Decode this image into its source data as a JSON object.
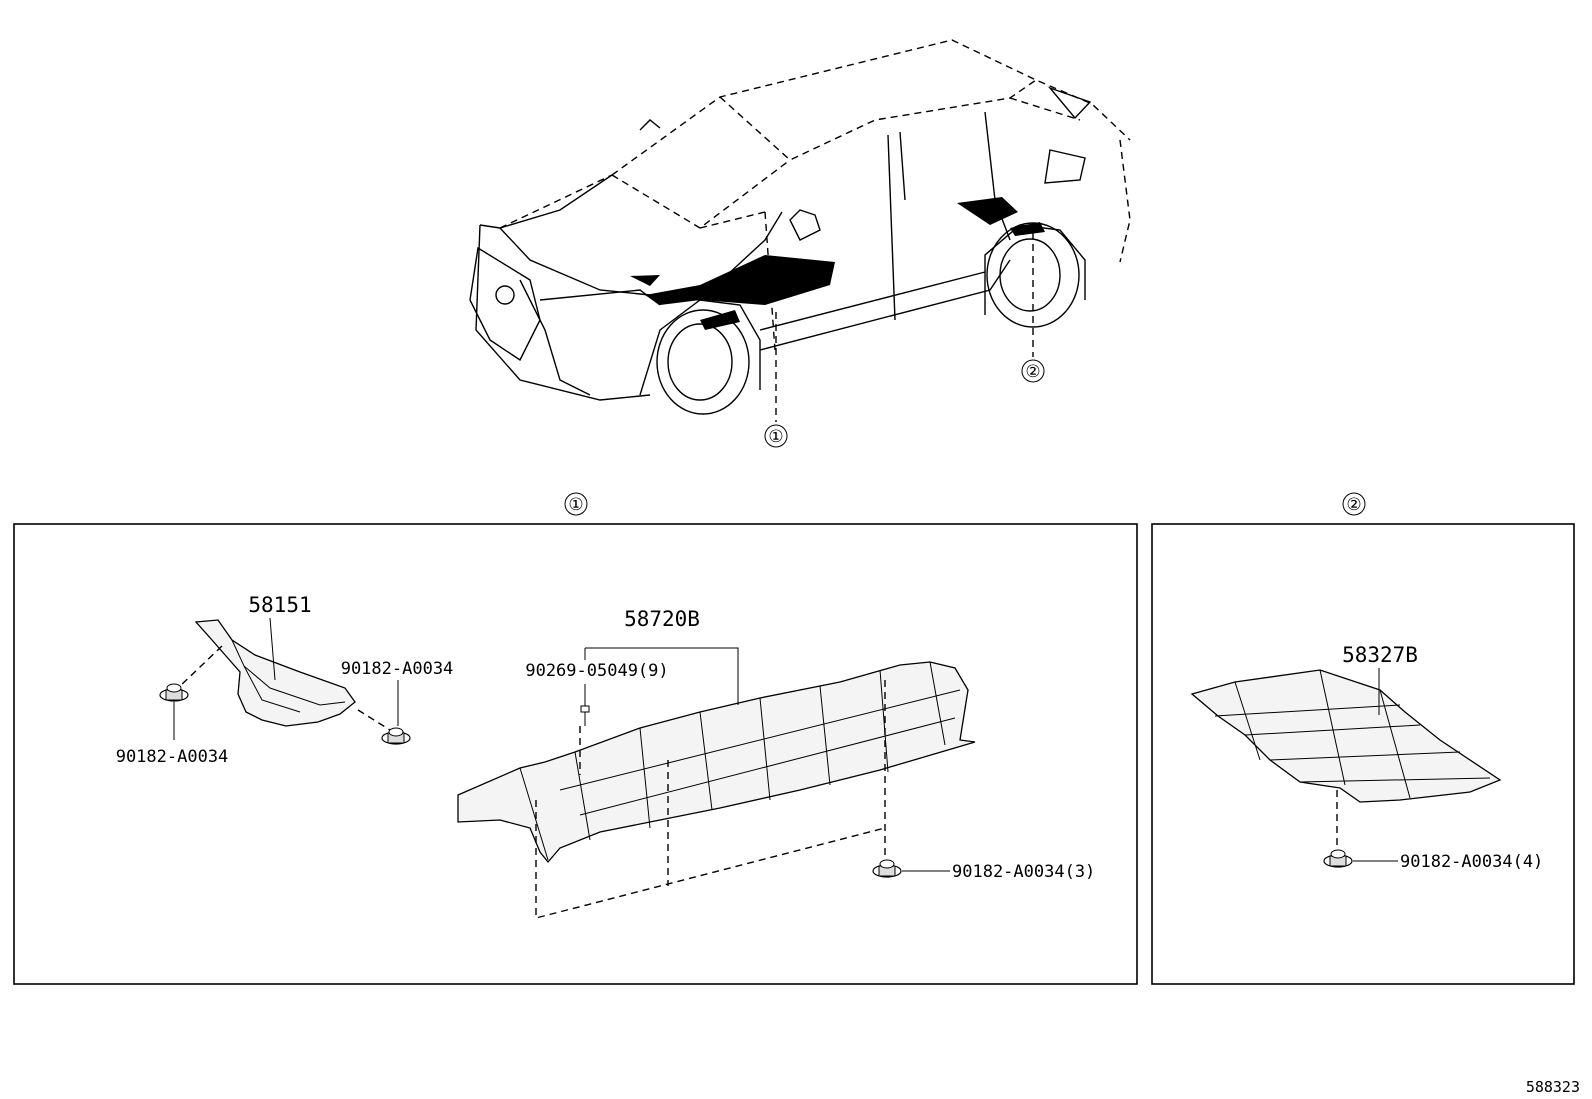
{
  "overview": {
    "callouts": [
      "①",
      "②"
    ]
  },
  "panels": {
    "panel1": {
      "heading": "①",
      "parts": {
        "p58151": "58151",
        "p58720B": "58720B",
        "p90269": "90269-05049(9)",
        "p90182_left": "90182-A0034",
        "p90182_right": "90182-A0034",
        "p90182_3": "90182-A0034(3)"
      }
    },
    "panel2": {
      "heading": "②",
      "parts": {
        "p58327B": "58327B",
        "p90182_4": "90182-A0034(4)"
      }
    }
  },
  "footer": {
    "ref_number": "588323"
  }
}
